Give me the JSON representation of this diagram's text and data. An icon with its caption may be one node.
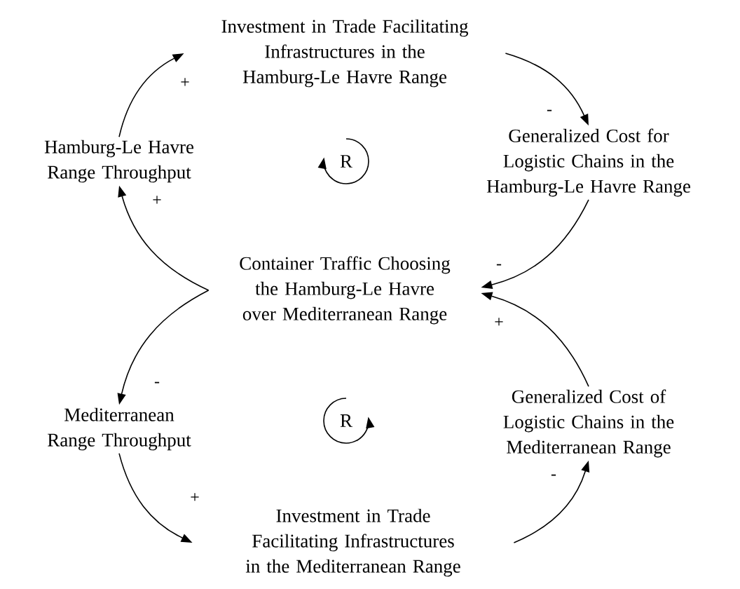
{
  "diagram": {
    "nodes": [
      {
        "text": [
          "Investment in Trade Facilitating Infrastructures in the Hamburg-Le Havre Range"
        ]
      },
      {
        "text": [
          "Generalized Cost for Logistic Chains in the Hamburg-Le Havre Range"
        ]
      },
      {
        "text": [
          "Container Traffic Choosing the Hamburg-Le Havre over Mediterranean Range"
        ]
      },
      {
        "text": [
          "Hamburg-Le Havre Range Throughput"
        ]
      },
      {
        "text": [
          "Mediterranean Range Throughput"
        ]
      },
      {
        "text": [
          "Generalized Cost of Logistic Chains in the Mediterranean Range"
        ]
      },
      {
        "text": [
          "Investment in Trade Facilitating Infrastructures in the Mediterranean Range"
        ]
      }
    ],
    "edges": [
      {
        "from": 0,
        "to": 1,
        "arrow": "to",
        "label": "-"
      },
      {
        "from": 1,
        "to": 2,
        "arrow": "to",
        "label": "-"
      },
      {
        "from": 2,
        "to": 3,
        "arrow": "to",
        "label": "+"
      },
      {
        "from": 3,
        "to": 0,
        "arrow": "to",
        "label": "+"
      },
      {
        "from": 2,
        "to": 4,
        "arrow": "to",
        "label": "-"
      },
      {
        "from": 4,
        "to": 6,
        "arrow": "to",
        "label": "+"
      },
      {
        "from": 6,
        "to": 5,
        "arrow": "to",
        "label": "-"
      },
      {
        "from": 5,
        "to": 2,
        "arrow": "to",
        "label": "+"
      }
    ],
    "labels": [
      "R",
      "R"
    ]
  }
}
